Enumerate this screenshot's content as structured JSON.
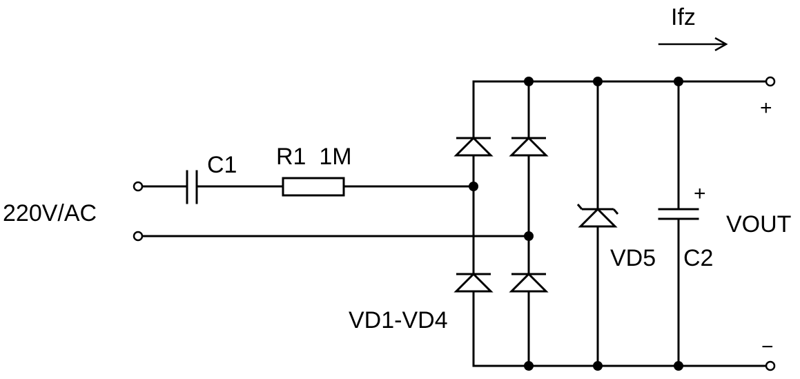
{
  "labels": {
    "input_voltage": "220V/AC",
    "c1": "C1",
    "r1": "R1  1M",
    "bridge": "VD1-VD4",
    "zener": "VD5",
    "c2": "C2",
    "c2_polarity": "+",
    "vout": "VOUT",
    "plus": "+",
    "minus": "−",
    "current": "Ifz"
  },
  "components": [
    {
      "id": "C1",
      "type": "capacitor"
    },
    {
      "id": "R1",
      "type": "resistor",
      "value": "1M"
    },
    {
      "id": "VD1-VD4",
      "type": "diode-bridge"
    },
    {
      "id": "VD5",
      "type": "zener-diode"
    },
    {
      "id": "C2",
      "type": "polarized-capacitor"
    }
  ]
}
